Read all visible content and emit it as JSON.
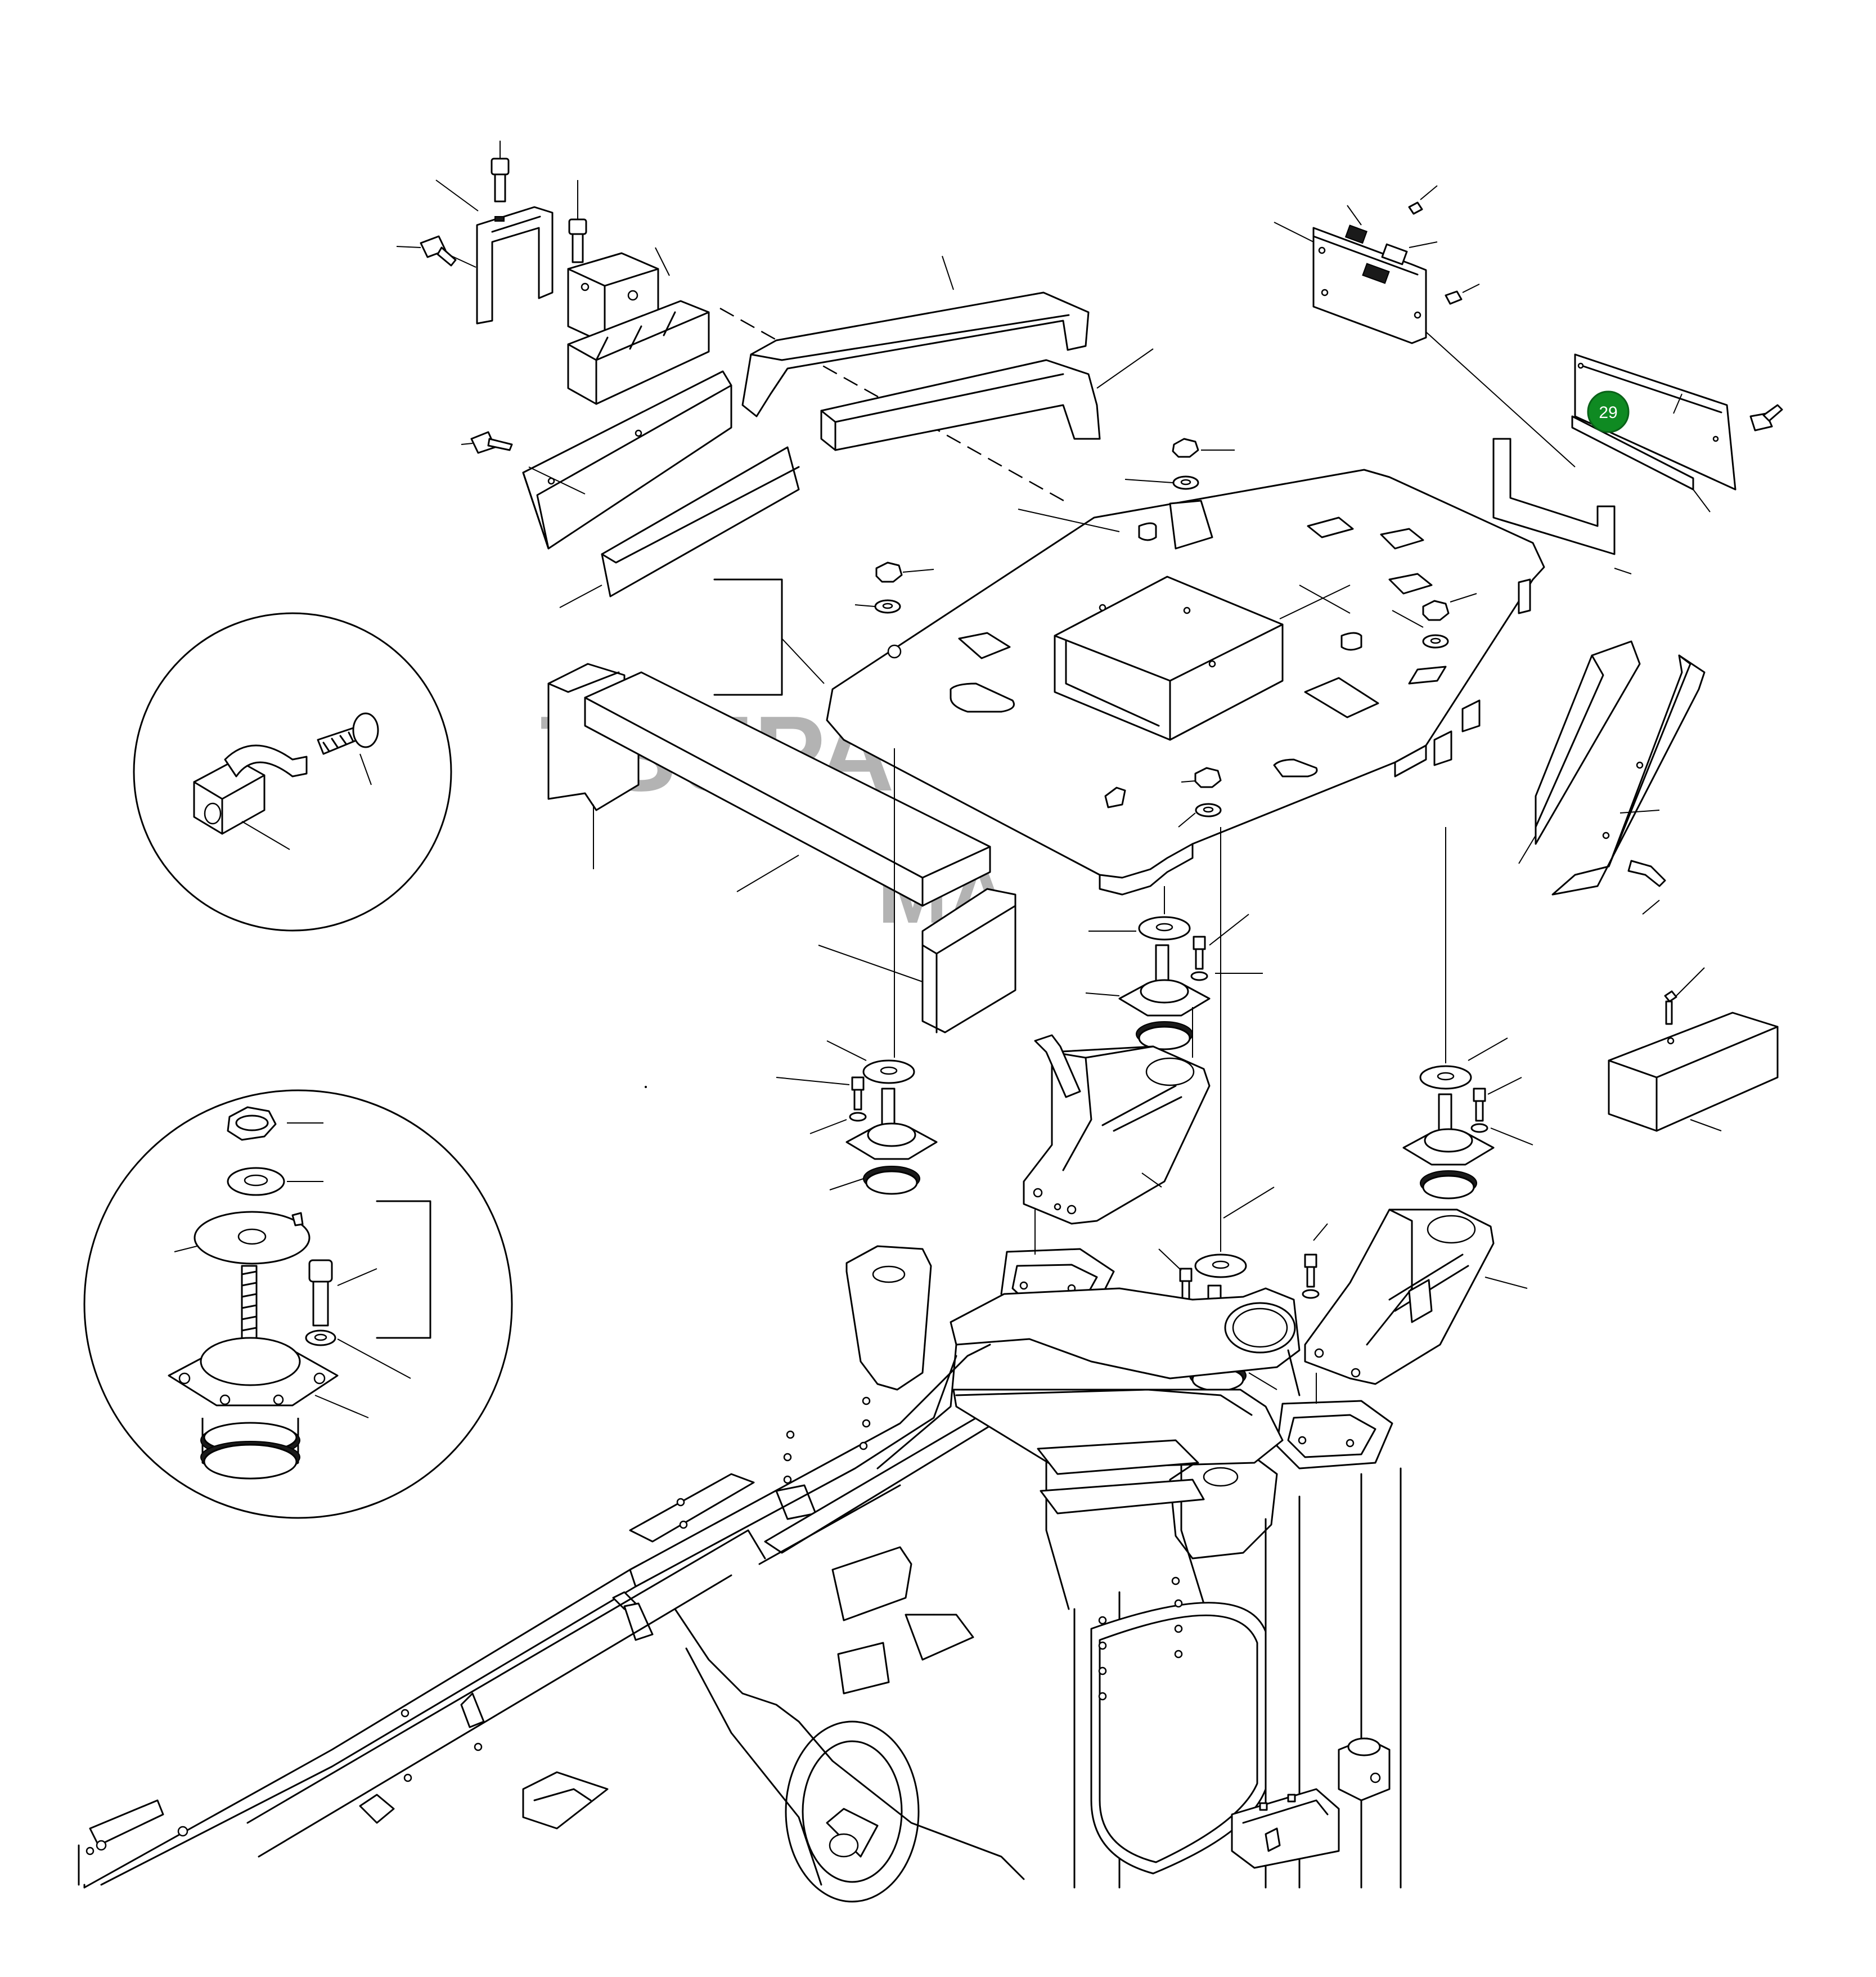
{
  "watermark": {
    "line1": "TSUPA",
    "line2": "MA"
  },
  "callouts": [
    {
      "number": "29",
      "color": "#0f8a22"
    }
  ]
}
